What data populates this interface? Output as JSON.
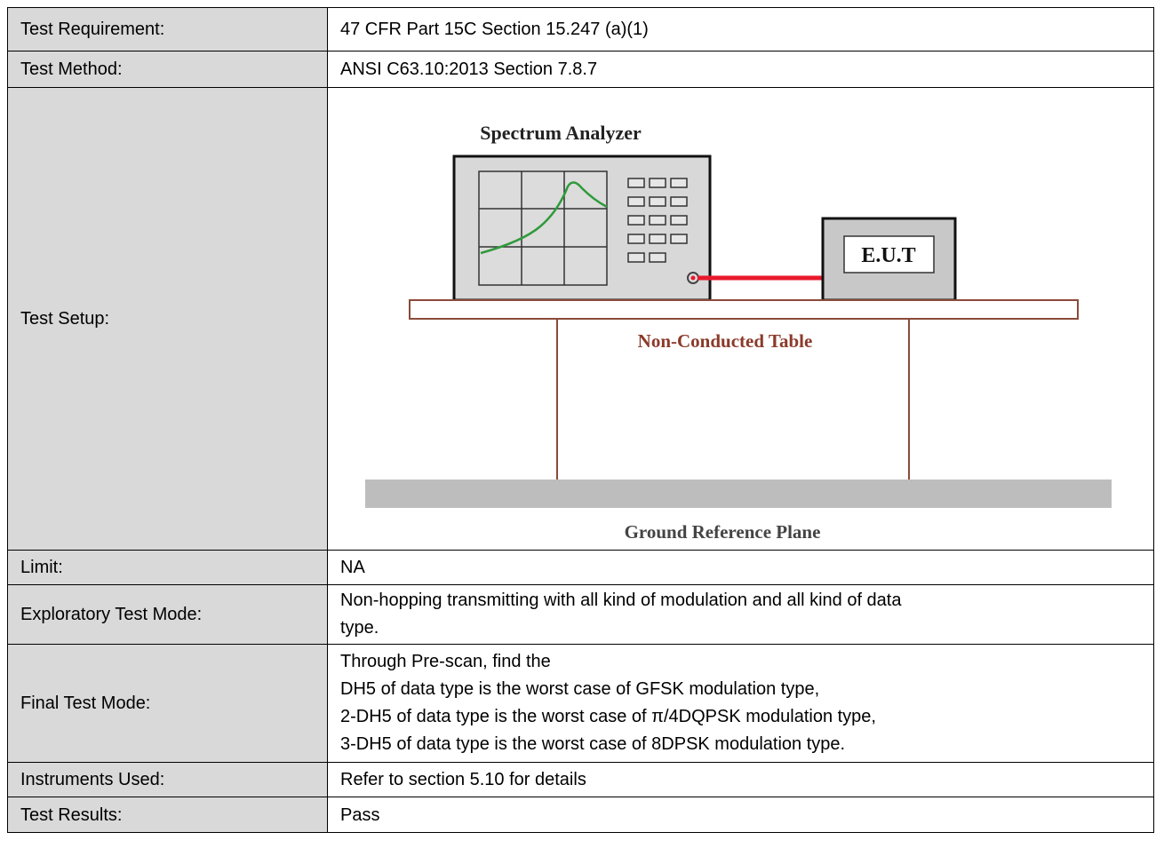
{
  "rows": {
    "requirement": {
      "label": "Test Requirement:",
      "value": "47 CFR Part 15C Section 15.247 (a)(1)"
    },
    "method": {
      "label": "Test Method:",
      "value": "ANSI C63.10:2013 Section 7.8.7"
    },
    "setup": {
      "label": "Test Setup:",
      "diagram": {
        "analyzer_title": "Spectrum Analyzer",
        "eut_label": "E.U.T",
        "table_label": "Non-Conducted Table",
        "ground_label": "Ground Reference Plane",
        "colors": {
          "table_line": "#8b4a3a",
          "cable": "#e8192c",
          "trace": "#2f9a3a",
          "analyzer_body": "#d8d8d8",
          "eut_body": "#c8c8c8",
          "ground_plane": "#bdbdbd",
          "label_text": "#8b3a2a"
        }
      }
    },
    "limit": {
      "label": "Limit:",
      "value": "NA"
    },
    "exploratory": {
      "label": "Exploratory Test Mode:",
      "value_lines": [
        "Non-hopping transmitting with all kind of modulation and all kind of data",
        "type."
      ]
    },
    "final": {
      "label": "Final Test Mode:",
      "value_lines": [
        "Through Pre-scan, find the",
        "DH5 of data type is the worst case of GFSK modulation type,",
        "2-DH5 of data type is the worst case of π/4DQPSK modulation type,",
        "3-DH5 of data type is the worst case of 8DPSK modulation type."
      ]
    },
    "instruments": {
      "label": "Instruments Used:",
      "value": "Refer to section 5.10 for details"
    },
    "results": {
      "label": "Test Results:",
      "value": "Pass"
    }
  }
}
